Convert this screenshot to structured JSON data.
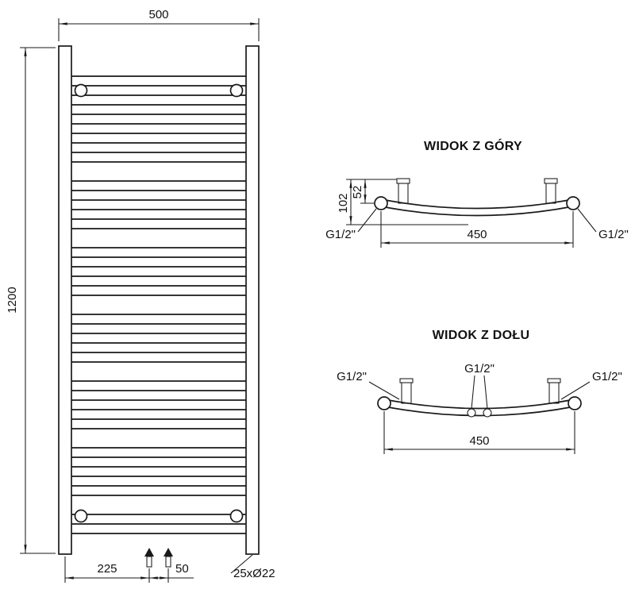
{
  "front_view": {
    "dim_width": "500",
    "dim_height": "1200",
    "dim_left_offset": "225",
    "dim_center_gap": "50",
    "tube_note": "25xØ22"
  },
  "top_view": {
    "title": "WIDOK Z GÓRY",
    "dim_depth_total": "102",
    "dim_depth_pipe": "52",
    "dim_span": "450",
    "fitting_left": "G1/2\"",
    "fitting_right": "G1/2\""
  },
  "bottom_view": {
    "title": "WIDOK Z DOŁU",
    "fitting_left": "G1/2\"",
    "fitting_center": "G1/2\"",
    "fitting_right": "G1/2\"",
    "dim_span": "450"
  },
  "colors": {
    "line": "#1a1a1a",
    "background": "#ffffff"
  }
}
